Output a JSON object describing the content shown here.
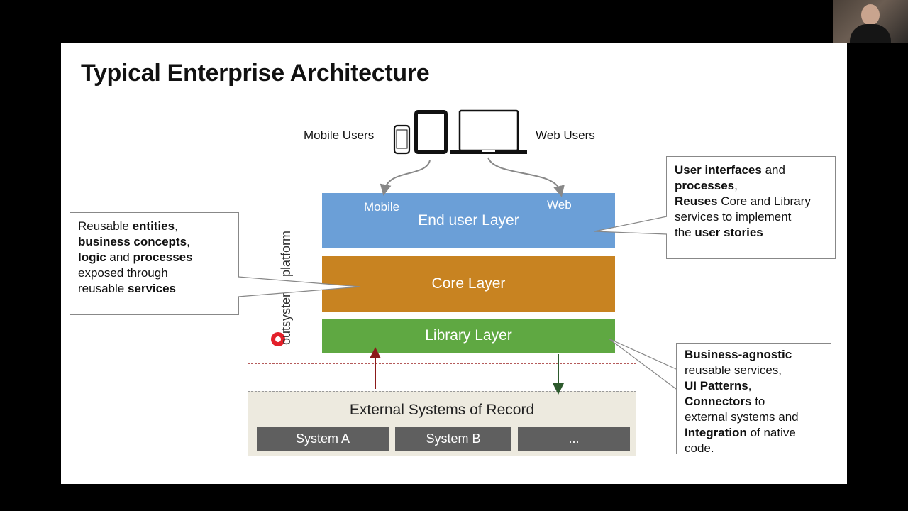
{
  "slide": {
    "title": "Typical Enterprise Architecture"
  },
  "users": {
    "mobile_label": "Mobile Users",
    "web_label": "Web Users"
  },
  "platform": {
    "label": "outsystems platform"
  },
  "layers": {
    "end_user": {
      "label": "End user Layer",
      "mobile": "Mobile",
      "web": "Web",
      "color": "#6b9fd7"
    },
    "core": {
      "label": "Core Layer",
      "color": "#c88321"
    },
    "library": {
      "label": "Library Layer",
      "color": "#5fa842"
    }
  },
  "external": {
    "title": "External Systems of Record",
    "systems": [
      "System A",
      "System B",
      "..."
    ]
  },
  "callouts": {
    "core": {
      "l1a": "Reusable ",
      "l1b": "entities",
      "l1c": ",",
      "l2a": "business concepts",
      "l2b": ",",
      "l3a": "logic",
      "l3b": " and ",
      "l3c": "processes",
      "l4": "exposed through",
      "l5a": "reusable ",
      "l5b": "services"
    },
    "end_user": {
      "l1a": "User interfaces",
      "l1b": " and",
      "l2a": "processes",
      "l2b": ",",
      "l3a": "Reuses",
      "l3b": " Core and Library",
      "l4": "services to implement",
      "l5a": "the ",
      "l5b": "user stories"
    },
    "library": {
      "l1": "Business-agnostic",
      "l2": "reusable services,",
      "l3a": "UI Patterns",
      "l3b": ",",
      "l4a": "Connectors",
      "l4b": " to",
      "l5": "external systems and",
      "l6a": "Integration",
      "l6b": " of native",
      "l7": "code."
    }
  }
}
